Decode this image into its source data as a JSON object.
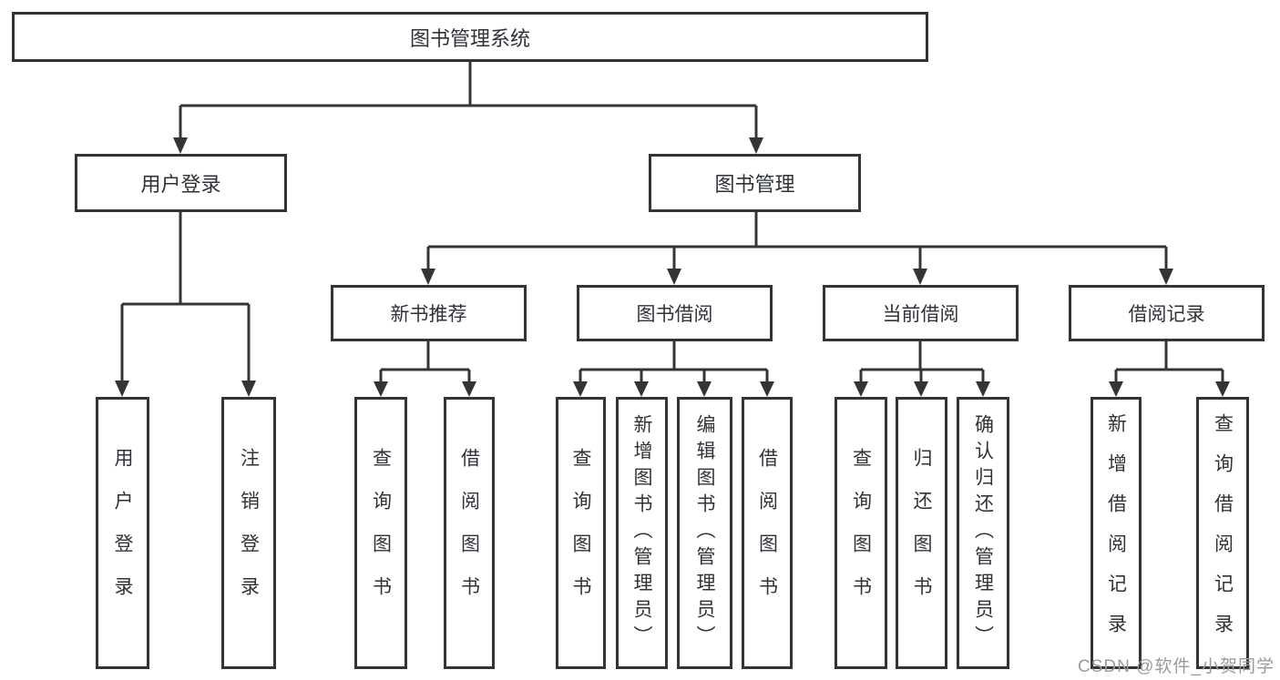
{
  "diagram": {
    "root_label": "图书管理系统",
    "branches": [
      {
        "label": "用户登录"
      },
      {
        "label": "图书管理"
      }
    ],
    "sections": [
      {
        "label": "新书推荐"
      },
      {
        "label": "图书借阅"
      },
      {
        "label": "当前借阅"
      },
      {
        "label": "借阅记录"
      }
    ],
    "leaves": [
      {
        "label": "用户登录",
        "parent": "用户登录"
      },
      {
        "label": "注销登录",
        "parent": "用户登录"
      },
      {
        "label": "查询图书",
        "parent": "新书推荐"
      },
      {
        "label": "借阅图书",
        "parent": "新书推荐"
      },
      {
        "label": "查询图书",
        "parent": "图书借阅"
      },
      {
        "label": "新增图书（管理员）",
        "parent": "图书借阅"
      },
      {
        "label": "编辑图书（管理员）",
        "parent": "图书借阅"
      },
      {
        "label": "借阅图书",
        "parent": "图书借阅"
      },
      {
        "label": "查询图书",
        "parent": "当前借阅"
      },
      {
        "label": "归还图书",
        "parent": "当前借阅"
      },
      {
        "label": "确认归还（管理员）",
        "parent": "当前借阅"
      },
      {
        "label": "新增借阅记录",
        "parent": "借阅记录"
      },
      {
        "label": "查询借阅记录",
        "parent": "借阅记录"
      }
    ]
  },
  "watermark": "CSDN @软件_小贺同学",
  "colors": {
    "line": "#343434",
    "text": "#2f3338",
    "background": "#ffffff",
    "watermark": "#9b9b9b"
  }
}
